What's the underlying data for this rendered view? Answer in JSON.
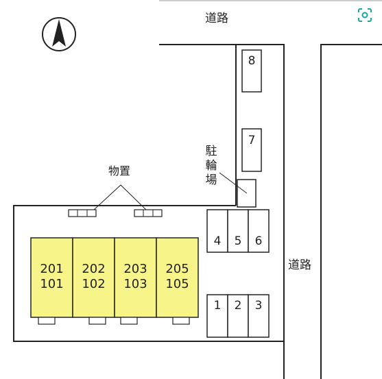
{
  "roads": {
    "top_label": "道路",
    "right_label": "道路"
  },
  "storage": {
    "label": "物置"
  },
  "bicycle_parking": {
    "label_chars": [
      "駐",
      "輪",
      "場"
    ]
  },
  "units": [
    {
      "upper": "201",
      "lower": "101"
    },
    {
      "upper": "202",
      "lower": "102"
    },
    {
      "upper": "203",
      "lower": "103"
    },
    {
      "upper": "205",
      "lower": "105"
    }
  ],
  "parking_spots": {
    "upper_row": [
      "4",
      "5",
      "6"
    ],
    "lower_row": [
      "1",
      "2",
      "3"
    ],
    "column": [
      "8",
      "7"
    ]
  },
  "colors": {
    "unit_fill": "#f7f48a",
    "line": "#222222",
    "accent_icon": "#1aa3a3"
  },
  "icons": {
    "north": "north-arrow-icon",
    "scan": "scan-lens-icon"
  }
}
